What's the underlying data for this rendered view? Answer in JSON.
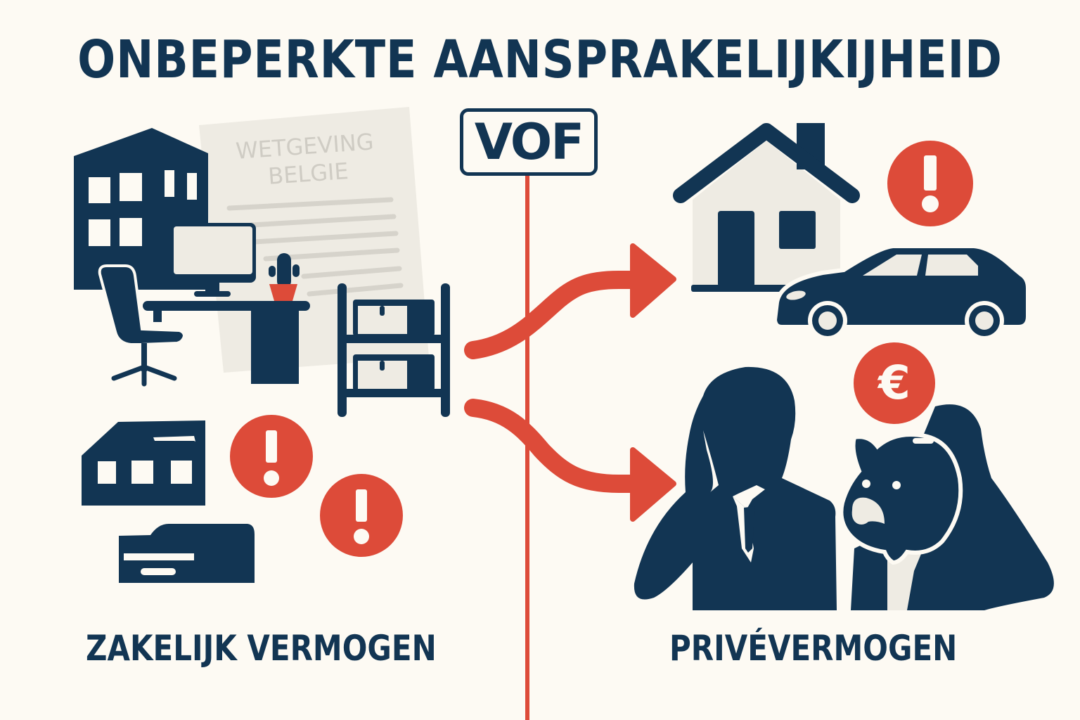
{
  "title": "ONBEPERKTE AANSPRAKELIJKIJHEID",
  "center_sign": {
    "label": "VOF"
  },
  "document": {
    "line1": "WETGEVING",
    "line2": "BELGIE"
  },
  "left_section": {
    "label": "ZAKELIJK VERMOGEN",
    "icons": [
      "office-building-icon",
      "office-desk-icon",
      "office-chair-icon",
      "computer-monitor-icon",
      "cactus-plant-icon",
      "storage-shelf-icon",
      "warehouse-icon",
      "folder-icon"
    ],
    "alerts": [
      "!",
      "!"
    ]
  },
  "right_section": {
    "label": "PRIVÉVERMOGEN",
    "icons": [
      "house-icon",
      "car-icon",
      "worried-man-icon",
      "piggy-bank-icon",
      "worried-woman-icon"
    ],
    "alerts": [
      "!"
    ],
    "currency_badge": "€"
  },
  "colors": {
    "navy": "#123553",
    "red": "#dd4b39",
    "background": "#fdfaf3",
    "paper": "#eeebe3",
    "paper_text": "#cfccc4"
  }
}
